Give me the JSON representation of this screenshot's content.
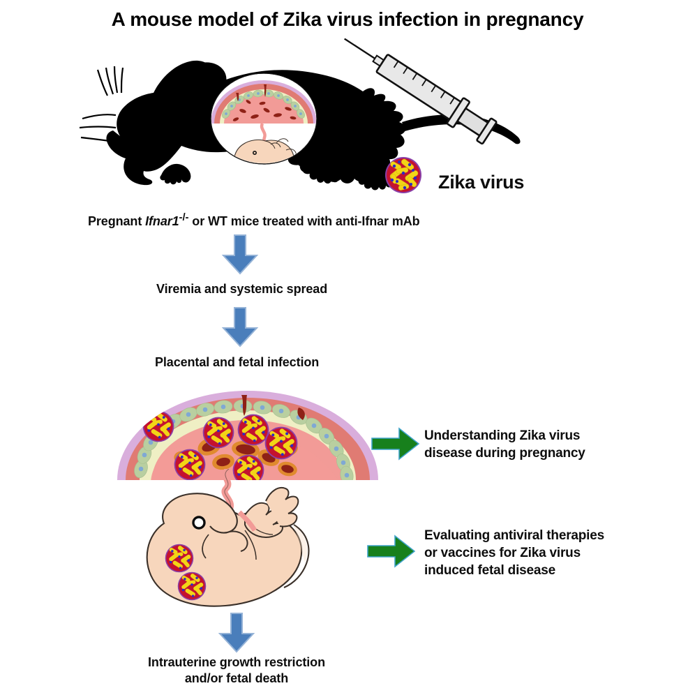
{
  "title": "A mouse model of Zika virus infection in pregnancy",
  "virus_caption": "Zika virus",
  "steps": [
    {
      "id": "infection-model",
      "text_html": "Pregnant <i>Ifnar1</i><sup>-/-</sup> or WT mice treated with anti-Ifnar mAb",
      "plain": "Pregnant Ifnar1-/- or WT mice treated with anti-Ifnar mAb"
    },
    {
      "id": "viremia",
      "text": "Viremia and systemic spread"
    },
    {
      "id": "placental-fetal-infection",
      "text": "Placental and fetal infection"
    }
  ],
  "outcomes": [
    {
      "id": "understanding",
      "lines": [
        "Understanding Zika virus",
        "disease during pregnancy"
      ]
    },
    {
      "id": "evaluating",
      "lines": [
        "Evaluating antiviral therapies",
        "or vaccines for Zika virus",
        "induced fetal disease"
      ]
    }
  ],
  "final_outcome": {
    "lines": [
      "Intrauterine growth restriction",
      "and/or fetal death"
    ]
  },
  "arrows": {
    "down_blue_count": 3,
    "right_green_count": 2,
    "blue_color": "#4A7EBB",
    "blue_border_color": "#95B3D7",
    "green_color": "#17801C",
    "green_border_color": "#3FA3C9"
  },
  "colors": {
    "background": "#FFFFFF",
    "mouse_silhouette": "#000000",
    "text": "#0D0D0D",
    "syringe_body": "#E8E8E8",
    "syringe_outline": "#1A1A1A",
    "virus_capsid": "#C4122F",
    "virus_spikes": "#F2D517",
    "virus_dots": "#2B2BC4",
    "virus_rim": "#8A3FA8",
    "placenta_outer_rim": "#D9AEDC",
    "placenta_decidua": "#E07B73",
    "placenta_pale_layer": "#EFEFC4",
    "placenta_trophoblast": "#B9CFA0",
    "placenta_nucleus": "#7FA8D4",
    "placenta_labyrinth": "#F29B97",
    "placenta_vessel": "#8E2116",
    "placenta_vessel_halo": "#E08A2E",
    "fetus_body": "#F7D6BC",
    "fetus_outline": "#3A3029",
    "cord": "#F29B97"
  },
  "figure_elements": {
    "mouse": "pregnant-mouse-silhouette",
    "mouse_window": "uterus-inset-window",
    "syringe": "syringe-injection",
    "virus_particle": "zika-virus-particle",
    "placenta": "placenta-cross-section",
    "fetus": "fetus-illustration"
  }
}
